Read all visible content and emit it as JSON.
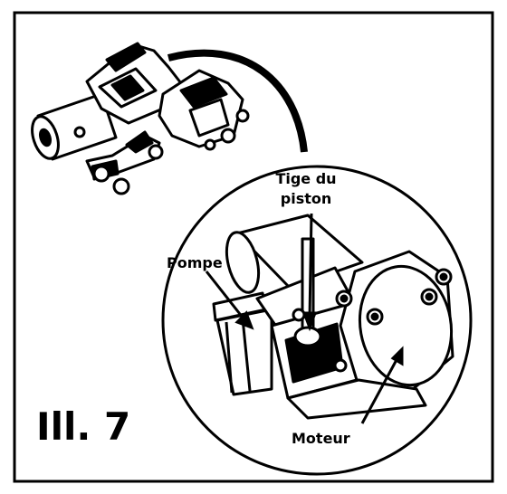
{
  "figure": {
    "label": "Ill. 7",
    "callouts": {
      "piston_rod_line1": "Tige du",
      "piston_rod_line2": "piston",
      "pump": "Pompe",
      "motor": "Moteur"
    }
  },
  "colors": {
    "ink": "#000000",
    "paper": "#ffffff"
  }
}
